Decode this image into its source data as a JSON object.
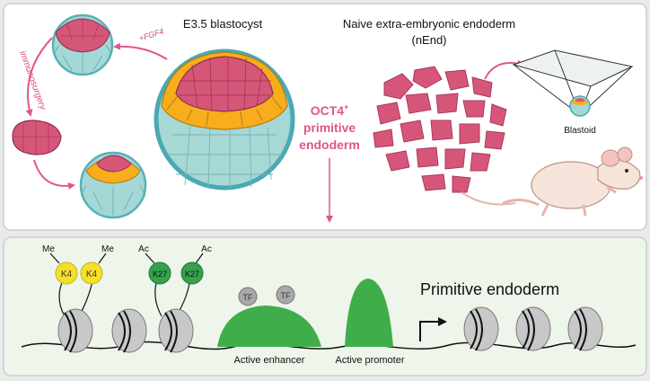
{
  "top_panel": {
    "blastocyst_title": "E3.5 blastocyst",
    "fgf4_label": "+FGF4",
    "immunosurgery_label": "immunosurgery",
    "oct4_line1": "OCT4",
    "oct4_sup": "+",
    "oct4_line2": "primitive",
    "oct4_line3": "endoderm",
    "nend_title_line1": "Naive extra-embryonic endoderm",
    "nend_title_line2": "(nEnd)",
    "blastoid_label": "Blastoid"
  },
  "bottom_panel": {
    "title": "Primitive endoderm",
    "me_label": "Me",
    "ac_label": "Ac",
    "k4_label": "K4",
    "k27_label": "K27",
    "tf_label": "TF",
    "enhancer_label": "Active enhancer",
    "promoter_label": "Active promoter"
  },
  "colors": {
    "epiblast_magenta": "#d6567a",
    "primitive_endoderm_orange": "#f7ad1c",
    "trophectoderm_teal": "#9fd6d4",
    "accent_pink": "#e0568a",
    "h3k4me_yellow": "#f4e02a",
    "h3k27ac_green": "#34a24a",
    "enhancer_green": "#3fae4a",
    "nucleosome_gray": "#c8c8c8"
  }
}
